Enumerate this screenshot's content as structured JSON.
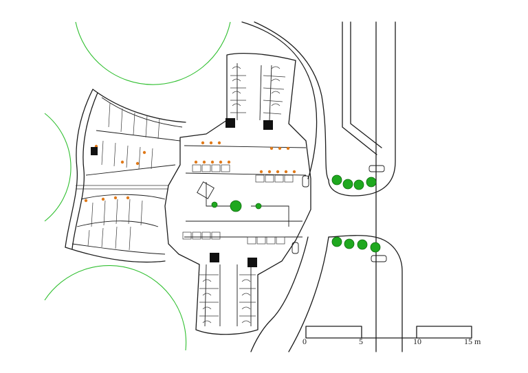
{
  "scale_bar": {
    "labels": [
      "0",
      "5",
      "10",
      "15 m"
    ],
    "color": "#1a1a1a"
  },
  "colors": {
    "lines": "#1a1a1a",
    "landscape_circles": "#2fbf2f",
    "trees": "#1fa81f",
    "fixtures": "#e07a1a"
  },
  "icons": [
    "car-icon",
    "tree-icon",
    "wc-stall-icon",
    "sink-icon"
  ]
}
